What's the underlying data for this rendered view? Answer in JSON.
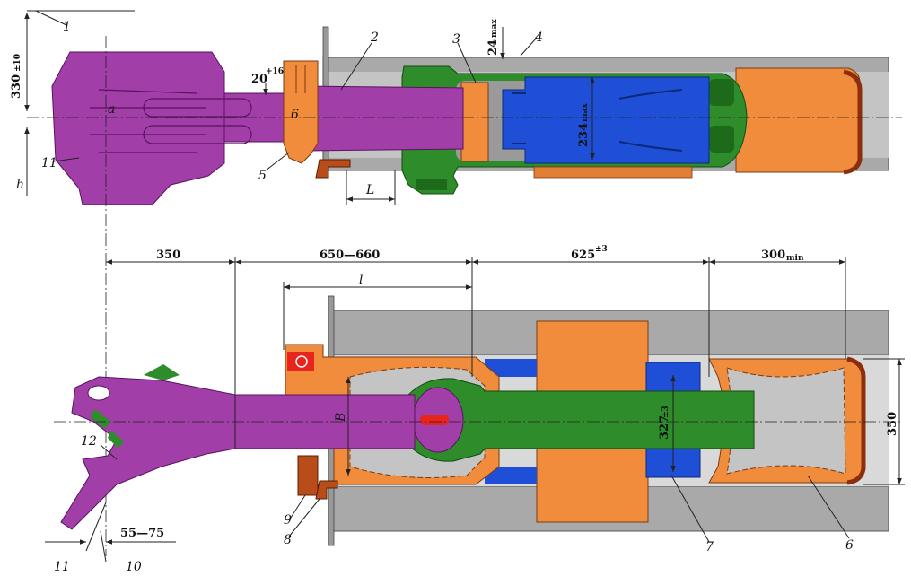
{
  "figure": {
    "colors": {
      "purple": "#a13ea7",
      "green": "#2f8c2b",
      "orange": "#f08c3c",
      "blue": "#1f4fd6",
      "gray": "#a9a9a9",
      "dark_orange": "#b94d1a",
      "red": "#e8241c"
    },
    "top_view": {
      "callouts": [
        "1",
        "2",
        "3",
        "4",
        "5",
        "6",
        "11"
      ],
      "dims": {
        "d330": "330",
        "d330_tol": "±10",
        "d20": "20",
        "d20_tol": "+16",
        "d24": "24",
        "d24_sub": "max",
        "d234": "234",
        "d234_sub": "max",
        "h": "h",
        "L": "L",
        "a": "a",
        "b": "б"
      }
    },
    "bottom_view": {
      "callouts": [
        "6",
        "7",
        "8",
        "9",
        "10",
        "11",
        "12"
      ],
      "dims": {
        "d350_left": "350",
        "d650": "650—660",
        "d625": "625",
        "d625_tol": "±3",
        "d300": "300",
        "d300_sub": "min",
        "l": "l",
        "B": "B",
        "d327": "327",
        "d327_tol": "±3",
        "d350_right": "350",
        "d55": "55—75"
      }
    }
  }
}
